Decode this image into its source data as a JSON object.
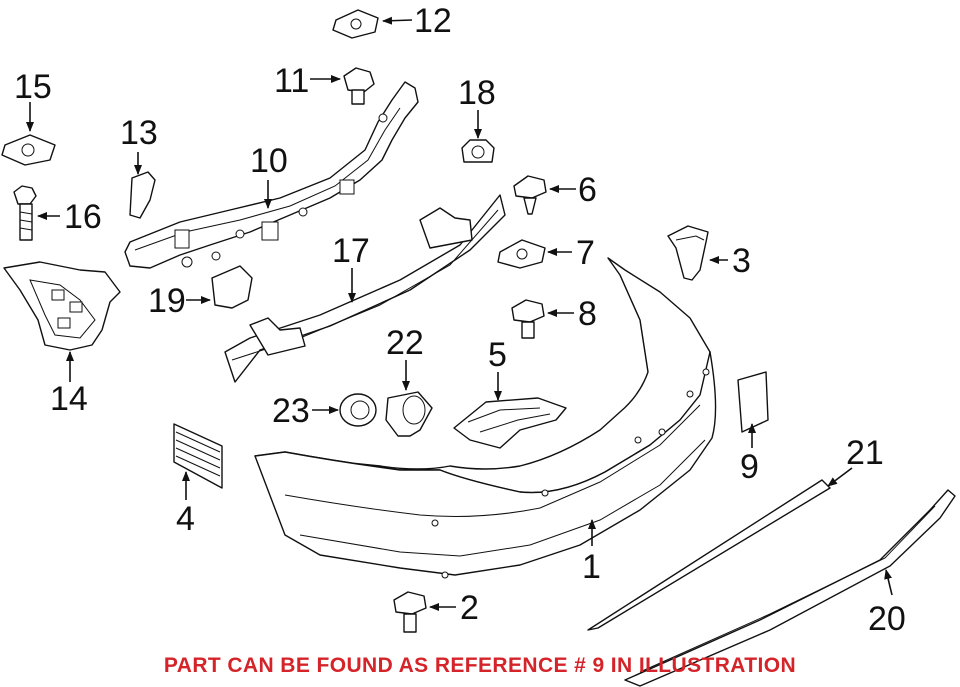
{
  "callouts": {
    "c1": "1",
    "c2": "2",
    "c3": "3",
    "c4": "4",
    "c5": "5",
    "c6": "6",
    "c7": "7",
    "c8": "8",
    "c9": "9",
    "c10": "10",
    "c11": "11",
    "c12": "12",
    "c13": "13",
    "c14": "14",
    "c15": "15",
    "c16": "16",
    "c17": "17",
    "c18": "18",
    "c19": "19",
    "c20": "20",
    "c21": "21",
    "c22": "22",
    "c23": "23"
  },
  "note": "PART CAN BE FOUND AS REFERENCE # 9 IN ILLUSTRATION",
  "colors": {
    "note": "#d4242a",
    "lines": "#111111",
    "background": "#ffffff"
  }
}
